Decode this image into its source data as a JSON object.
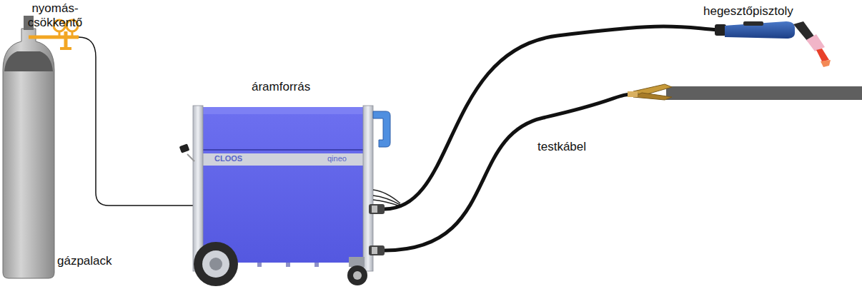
{
  "diagram": {
    "labels": [
      "nyomás- csökkentő",
      "áramforrás",
      "hegesztőpisztoly",
      "testkábel",
      "gázpalack",
      "CLOOS",
      "qineo"
    ]
  }
}
